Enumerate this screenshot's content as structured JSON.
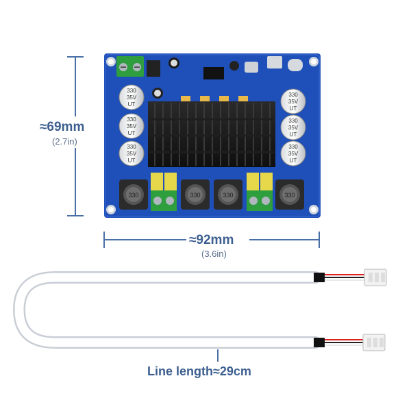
{
  "dimensions": {
    "height_main": "≈69mm",
    "height_sub": "(2.7in)",
    "width_main": "≈92mm",
    "width_sub": "(3.6in)"
  },
  "board": {
    "capacitor_left_text": [
      "330\n35V\nUT",
      "330\n35V\nUT",
      "330\n35V\nUT"
    ],
    "capacitor_right_text": [
      "330\n35V\nUT",
      "330\n35V\nUT",
      "330\n35V\nUT"
    ],
    "inductor_text": [
      "330",
      "330",
      "330",
      "330"
    ],
    "colors": {
      "pcb": "#1f4fb8",
      "heatsink": "#1a1a1a",
      "terminal_green": "#2e9e3e",
      "terminal_yellow": "#e6d84a",
      "dimension_line": "#4a6fa5"
    }
  },
  "cable": {
    "label": "Line length≈29cm"
  }
}
